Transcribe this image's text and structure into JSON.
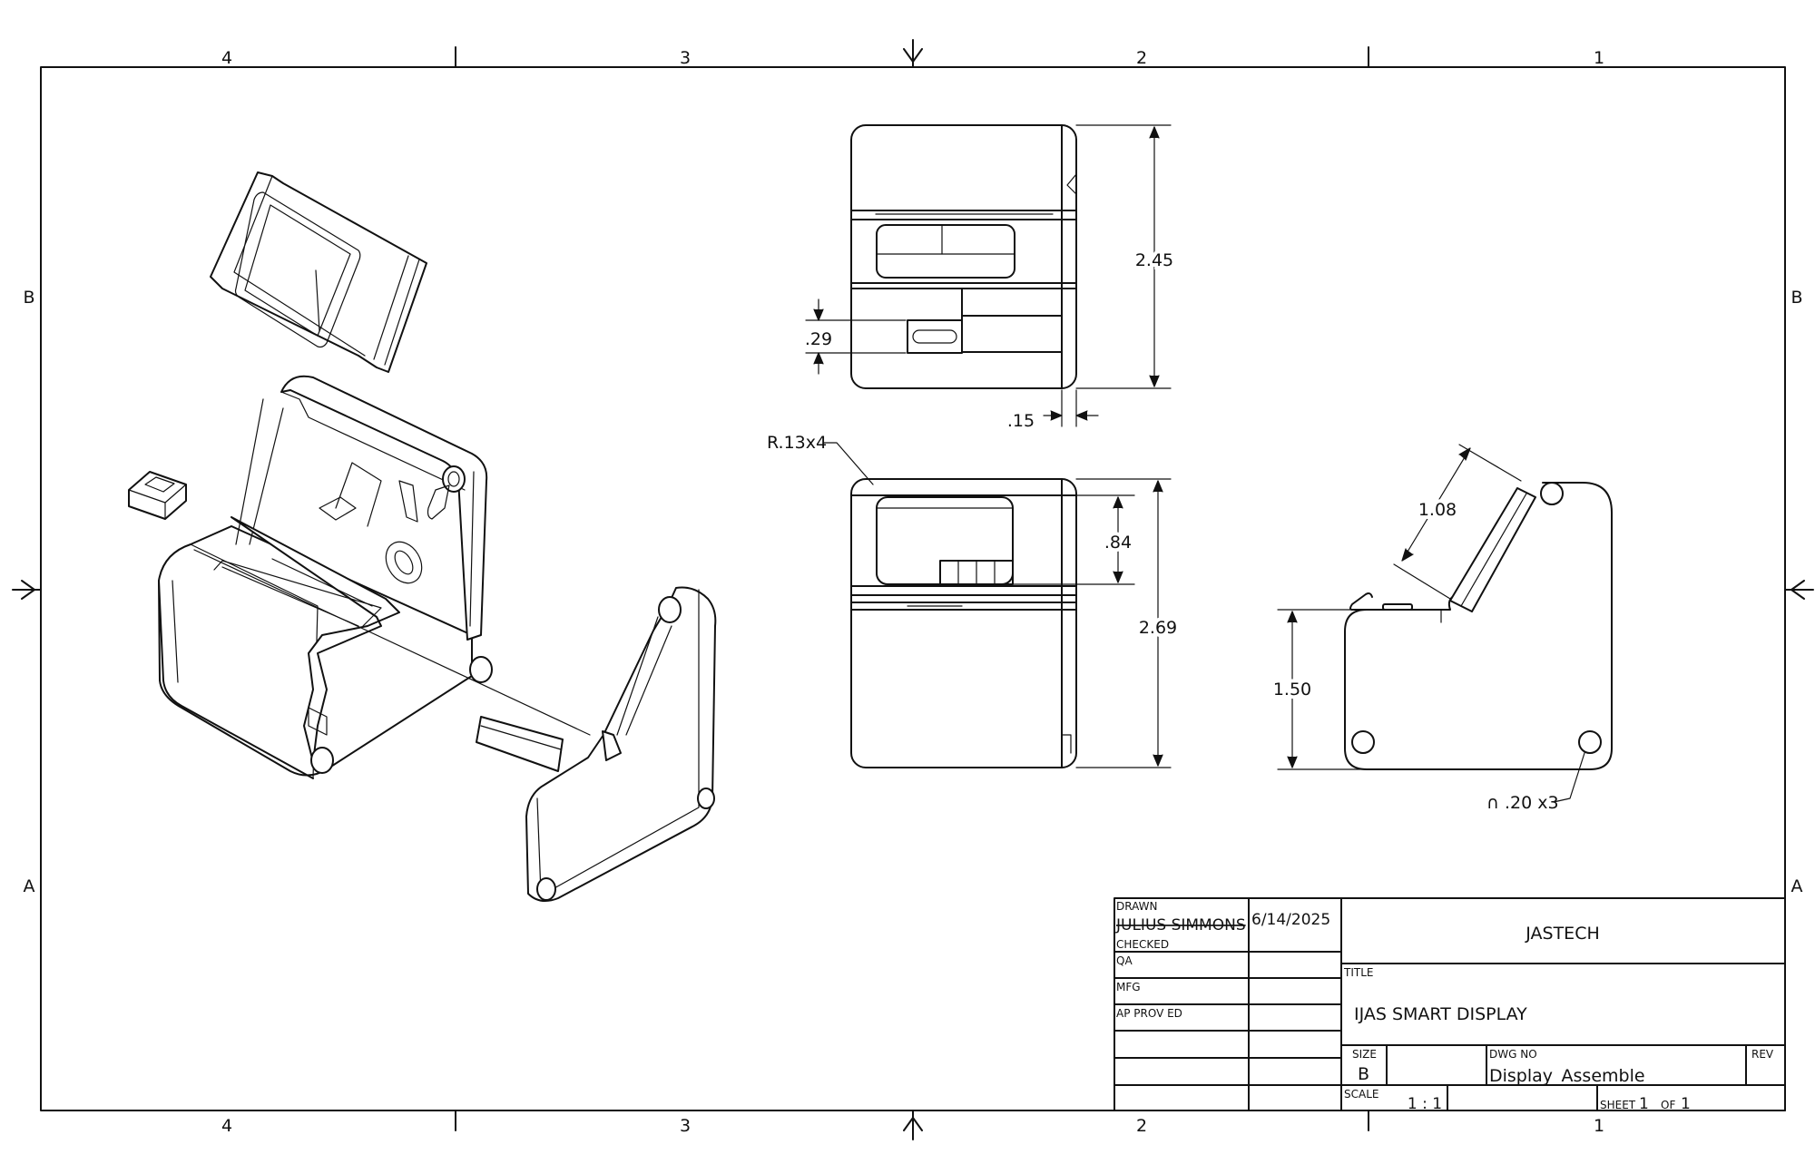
{
  "sheet": {
    "zones_top": [
      "4",
      "3",
      "2",
      "1"
    ],
    "zones_bottom": [
      "4",
      "3",
      "2",
      "1"
    ],
    "zones_left": [
      "B",
      "A"
    ],
    "zones_right": [
      "B",
      "A"
    ]
  },
  "dimensions": {
    "front_height": "2.45",
    "slot_height": ".29",
    "wall_thickness": ".15",
    "corner_radius": "R.13x4",
    "screen_opening": ".84",
    "top_height": "2.69",
    "arm_length": "1.08",
    "side_height": "1.50",
    "hole_dia": "∩ .20 x3"
  },
  "title_block": {
    "drawn_label": "DRAWN",
    "drawn_by": "JULIUS SIMMONS",
    "drawn_date": "6/14/2025",
    "checked_label": "CHECKED",
    "qa_label": "QA",
    "mfg_label": "MFG",
    "approved_label": "AP PROV ED",
    "company": "JASTECH",
    "title_label": "TITLE",
    "title": "IJAS SMART DISPLAY",
    "size_label": "SIZE",
    "size": "B",
    "dwg_no_label": "DWG NO",
    "dwg_no": "Display_Assemble",
    "rev_label": "REV",
    "scale_label": "SCALE",
    "scale": "1 : 1",
    "sheet_label": "SHEET",
    "sheet_no": "1",
    "of_label": "OF",
    "sheet_total": "1"
  }
}
